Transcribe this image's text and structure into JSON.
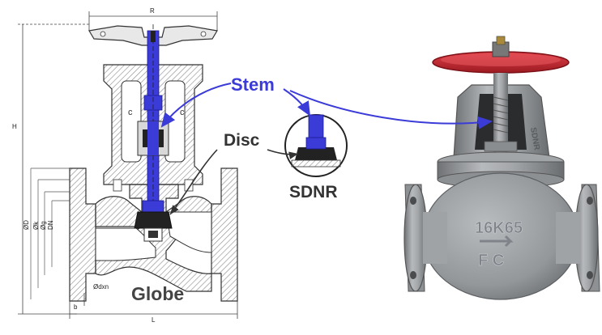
{
  "labels": {
    "stem": "Stem",
    "disc": "Disc",
    "sdnr": "SDNR",
    "globe": "Globe"
  },
  "dimensions": {
    "r": "R",
    "h": "H",
    "l": "L",
    "b": "b",
    "od": "ØD",
    "ok": "Øk",
    "og": "Øg",
    "dn": "DN",
    "odxn": "Ødxn"
  },
  "valve_casting": {
    "model": "16K65",
    "mark": "F C",
    "side": "SDNR"
  },
  "colors": {
    "stem_blue": "#3b3bd8",
    "handwheel_red": "#c8232c",
    "valve_gray": "#9a9da0",
    "drawing_line": "#333333",
    "hatch": "#8a8a8a"
  }
}
